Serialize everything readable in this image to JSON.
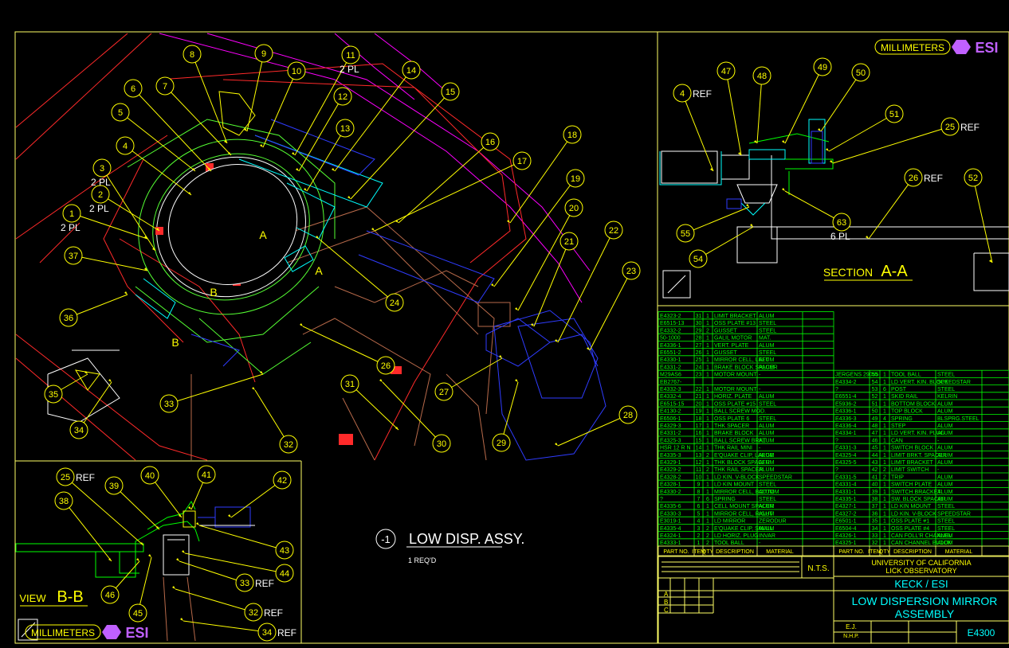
{
  "colors": {
    "bg": "#000000",
    "border": "#ffff66",
    "yellow": "#ffff00",
    "white": "#ffffff",
    "green": "#00ff00",
    "cyan": "#00ffff",
    "blue": "#2f3cff",
    "red": "#ff2222",
    "magenta": "#ff00ff",
    "purple": "#c060ff",
    "brown": "#b86a4a",
    "table_green": "#00ff00"
  },
  "main_view": {
    "balloons": [
      {
        "n": "1",
        "note": "2 PL"
      },
      {
        "n": "2",
        "note": "2 PL"
      },
      {
        "n": "3",
        "note": "2 PL"
      },
      {
        "n": "4",
        "note": ""
      },
      {
        "n": "5",
        "note": ""
      },
      {
        "n": "6",
        "note": ""
      },
      {
        "n": "7",
        "note": ""
      },
      {
        "n": "8",
        "note": ""
      },
      {
        "n": "9",
        "note": ""
      },
      {
        "n": "10",
        "note": ""
      },
      {
        "n": "11",
        "note": "2 PL"
      },
      {
        "n": "12",
        "note": ""
      },
      {
        "n": "13",
        "note": ""
      },
      {
        "n": "14",
        "note": ""
      },
      {
        "n": "15",
        "note": ""
      },
      {
        "n": "16",
        "note": ""
      },
      {
        "n": "17",
        "note": ""
      },
      {
        "n": "18",
        "note": ""
      },
      {
        "n": "19",
        "note": ""
      },
      {
        "n": "20",
        "note": ""
      },
      {
        "n": "21",
        "note": ""
      },
      {
        "n": "22",
        "note": ""
      },
      {
        "n": "23",
        "note": ""
      },
      {
        "n": "24",
        "note": ""
      },
      {
        "n": "26",
        "note": ""
      },
      {
        "n": "27",
        "note": ""
      },
      {
        "n": "28",
        "note": ""
      },
      {
        "n": "29",
        "note": ""
      },
      {
        "n": "30",
        "note": ""
      },
      {
        "n": "31",
        "note": ""
      },
      {
        "n": "32",
        "note": ""
      },
      {
        "n": "33",
        "note": ""
      },
      {
        "n": "34",
        "note": ""
      },
      {
        "n": "35",
        "note": ""
      },
      {
        "n": "36",
        "note": ""
      },
      {
        "n": "37",
        "note": ""
      }
    ],
    "section_marks": [
      "A",
      "A",
      "B",
      "B"
    ]
  },
  "section_aa": {
    "balloons": [
      {
        "n": "4",
        "note": "REF"
      },
      {
        "n": "47",
        "note": ""
      },
      {
        "n": "48",
        "note": ""
      },
      {
        "n": "49",
        "note": ""
      },
      {
        "n": "50",
        "note": ""
      },
      {
        "n": "51",
        "note": ""
      },
      {
        "n": "25",
        "note": "REF"
      },
      {
        "n": "26",
        "note": "REF"
      },
      {
        "n": "52",
        "note": ""
      },
      {
        "n": "63",
        "note": "6 PL"
      },
      {
        "n": "55",
        "note": ""
      },
      {
        "n": "54",
        "note": ""
      }
    ],
    "units_label": "MILLIMETERS",
    "logo_text": "ESI",
    "title_word": "SECTION",
    "title_letters": "A-A"
  },
  "view_bb": {
    "balloons": [
      {
        "n": "25",
        "note": "REF"
      },
      {
        "n": "38",
        "note": ""
      },
      {
        "n": "39",
        "note": ""
      },
      {
        "n": "40",
        "note": ""
      },
      {
        "n": "41",
        "note": ""
      },
      {
        "n": "42",
        "note": ""
      },
      {
        "n": "43",
        "note": ""
      },
      {
        "n": "44",
        "note": ""
      },
      {
        "n": "33",
        "note": "REF"
      },
      {
        "n": "32",
        "note": "REF"
      },
      {
        "n": "34",
        "note": "REF"
      },
      {
        "n": "45",
        "note": ""
      },
      {
        "n": "46",
        "note": ""
      }
    ],
    "title_word": "VIEW",
    "title_letters": "B-B",
    "units_label": "MILLIMETERS",
    "logo_text": "ESI"
  },
  "assy_label": {
    "dash": "-1",
    "title": "LOW DISP. ASSY.",
    "req": "1 REQ'D"
  },
  "bom_left": [
    [
      "E4323-2",
      "31",
      "1",
      "LIMIT BRACKET",
      "ALUM"
    ],
    [
      "E6515-13",
      "30",
      "1",
      "OSS PLATE #13",
      "STEEL"
    ],
    [
      "E4332-2",
      "29",
      "2",
      "GUSSET",
      "STEEL"
    ],
    [
      "50-1000",
      "28",
      "1",
      "GALIL MOTOR",
      "MAT."
    ],
    [
      "E4336-1",
      "27",
      "1",
      "VERT. PLATE",
      "ALUM"
    ],
    [
      "E6551-2",
      "26",
      "1",
      "GUSSET",
      "STEEL"
    ],
    [
      "E4330-1",
      "25",
      "1",
      "MIRROR CELL, LEFT",
      "ALUM"
    ],
    [
      "E4331-2",
      "24",
      "1",
      "BRAKE BLOCK SPACER",
      "ALUM"
    ],
    [
      "M29AS6",
      "23",
      "1",
      "MOTOR MOUNT",
      "-"
    ],
    [
      "EB2767-",
      "",
      "",
      "",
      ""
    ],
    [
      "E4332-3",
      "22",
      "1",
      "MOTOR MOUNT",
      "-"
    ],
    [
      "E4332-4",
      "21",
      "1",
      "HORIZ. PLATE",
      "ALUM"
    ],
    [
      "E6515-15",
      "20",
      "1",
      "OSS PLATE #15",
      "STEEL"
    ],
    [
      "E4130-2",
      "19",
      "1",
      "BALL SCREW MOD.",
      "-"
    ],
    [
      "E6506-1",
      "18",
      "1",
      "OSS PLATE 6",
      "STEEL"
    ],
    [
      "E4329-3",
      "17",
      "1",
      "THK SPACER",
      "ALUM"
    ],
    [
      "E4331-2",
      "16",
      "1",
      "BRAKE BLOCK",
      "ALUM"
    ],
    [
      "E4325-3",
      "15",
      "1",
      "BALL SCREW BRKT",
      "ALUM"
    ],
    [
      "HSR 12 R N",
      "14",
      "1",
      "THK RAIL MINI",
      "-"
    ],
    [
      "E4335-3",
      "13",
      "2",
      "E'QUAKE CLIP, LARGE",
      "ALUM"
    ],
    [
      "E4329-1",
      "12",
      "1",
      "THK BLOCK SPACER",
      "ALUM"
    ],
    [
      "E4329-2",
      "11",
      "2",
      "THK RAIL SPACER",
      "ALUM"
    ],
    [
      "E4328-2",
      "10",
      "1",
      "LD KIN. V-BLOCK",
      "SPEEDSTAR"
    ],
    [
      "E4328-1",
      "9",
      "1",
      "LD KIN MOUNT",
      "STEEL"
    ],
    [
      "E4330-2",
      "8",
      "1",
      "MIRROR CELL, BOTTOM",
      "ALUM"
    ],
    [
      "?",
      "7",
      "6",
      "SPRING",
      "STEEL"
    ],
    [
      "E4335-6",
      "6",
      "1",
      "CELL MOUNT SPACER",
      "ALUM"
    ],
    [
      "E4330-3",
      "5",
      "1",
      "MIRROR CELL, RIGHT",
      "ALUM"
    ],
    [
      "E3019-1",
      "4",
      "1",
      "LD MIRROR",
      "ZERODUR"
    ],
    [
      "E4335-4",
      "3",
      "2",
      "E'QUAKE CLIP, SMALL",
      "ALUM"
    ],
    [
      "E4324-1",
      "2",
      "2",
      "LD HORIZ. PLUG",
      "INVAR"
    ],
    [
      "E4333-1",
      "1",
      "2",
      "TOOL BALL",
      "-"
    ]
  ],
  "bom_right": [
    [
      "JERGENS 29055",
      "55",
      "1",
      "TOOL BALL",
      "STEEL"
    ],
    [
      "E4334-2",
      "54",
      "1",
      "LD VERT. KIN. BLOCK",
      "SPEEDSTAR"
    ],
    [
      "?",
      "53",
      "6",
      "POST",
      "STEEL"
    ],
    [
      "E6551-4",
      "52",
      "1",
      "SKID RAIL",
      "KELRIN"
    ],
    [
      "E5936-2",
      "51",
      "1",
      "BOTTOM BLOCK",
      "ALUM"
    ],
    [
      "E4336-1",
      "50",
      "1",
      "TOP BLOCK",
      "ALUM"
    ],
    [
      "E4336-3",
      "49",
      "4",
      "SPRING",
      "BLSPRG.STEEL"
    ],
    [
      "E4336-4",
      "48",
      "1",
      "STEP",
      "ALUM"
    ],
    [
      "E4334-1",
      "47",
      "1",
      "LD VERT. KIN. PLUG",
      "ALUM"
    ],
    [
      "?",
      "46",
      "1",
      "CAN",
      "-"
    ],
    [
      "E4331-3",
      "45",
      "1",
      "SWITCH BLOCK",
      "ALUM"
    ],
    [
      "E4325-4",
      "44",
      "1",
      "LIMIT BRKT. SPACER",
      "ALUM"
    ],
    [
      "E4325-5",
      "43",
      "1",
      "LIMIT BRACKET",
      "ALUM"
    ],
    [
      "?",
      "42",
      "2",
      "LIMIT SWITCH",
      "-"
    ],
    [
      "E4331-5",
      "41",
      "2",
      "TRIP",
      "ALUM"
    ],
    [
      "E4331-4",
      "40",
      "1",
      "SWITCH PLATE",
      "ALUM"
    ],
    [
      "E4331-1",
      "39",
      "1",
      "SWITCH BRACKET",
      "ALUM"
    ],
    [
      "E4335-1",
      "38",
      "1",
      "SW. BLOCK SPACER",
      "ALUM"
    ],
    [
      "E4327-1",
      "37",
      "1",
      "LD KIN MOUNT",
      "STEEL"
    ],
    [
      "E4327-2",
      "36",
      "1",
      "LD KIN. V-BLOCK",
      "SPEEDSTAR"
    ],
    [
      "E6501-1",
      "35",
      "1",
      "OSS PLATE #1",
      "STEEL"
    ],
    [
      "E6504-4",
      "34",
      "1",
      "OSS PLATE #4",
      "STEEL"
    ],
    [
      "E4326-1",
      "33",
      "1",
      "CAN FOLL'R CHANNEL",
      "ALUM"
    ],
    [
      "E4325-1",
      "32",
      "1",
      "CAN CHANNEL BLOCK",
      "ALUM"
    ]
  ],
  "bom_headers": [
    "PART NO.",
    "ITEM",
    "QTY",
    "DESCRIPTION",
    "MATERIAL"
  ],
  "title_block": {
    "scale": "N.T.S.",
    "org_line1": "UNIVERSITY OF CALIFORNIA",
    "org_line2": "LICK OBSERVATORY",
    "project": "KECK / ESI",
    "title_line1": "LOW DISPERSION MIRROR",
    "title_line2": "ASSEMBLY",
    "rev_letters": [
      "A",
      "B",
      "C"
    ],
    "initials_1": "E.J.",
    "initials_2": "N.H.P.",
    "drawing_no": "E4300"
  }
}
